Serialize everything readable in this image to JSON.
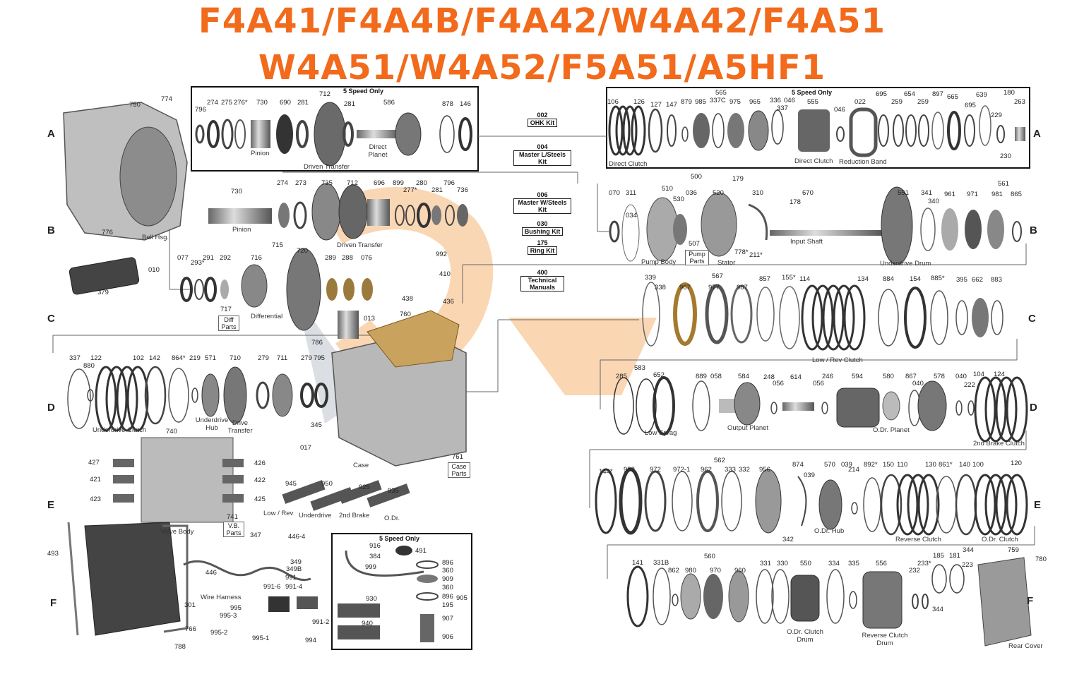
{
  "title_lines": [
    "F4A41/F4A4B/F4A42/W4A42/F4A51",
    "W4A51/W4A52/F5A51/A5HF1"
  ],
  "row_letters": [
    "A",
    "B",
    "C",
    "D",
    "E",
    "F"
  ],
  "box_labels": {
    "five_speed_only": "5 Speed Only"
  },
  "kits": [
    {
      "code": "002",
      "name": "OHK Kit"
    },
    {
      "code": "004",
      "name": "Master L/Steels Kit"
    },
    {
      "code": "006",
      "name": "Master W/Steels Kit"
    },
    {
      "code": "030",
      "name": "Bushing Kit"
    },
    {
      "code": "175",
      "name": "Ring Kit"
    },
    {
      "code": "400",
      "name": "Technical Manuals"
    }
  ],
  "part_names": {
    "bell_hsg": "Bell Hsg.",
    "pinion_top": "Pinion",
    "driven_transfer_top": "Driven Transfer",
    "direct_planet": "Direct Planet",
    "direct_clutch": "Direct Clutch",
    "direct_clutch_2": "Direct Clutch",
    "reduction_band": "Reduction Band",
    "pinion": "Pinion",
    "driven_transfer": "Driven Transfer",
    "pump_body": "Pump Body",
    "pump_parts": "Pump Parts",
    "stator": "Stator",
    "input_shaft": "Input Shaft",
    "underdrive_drum": "Underdrive Drum",
    "diff_parts": "Diff Parts",
    "differential": "Differential",
    "low_rev_clutch": "Low / Rev Clutch",
    "underdrive_clutch": "Underdrive Clutch",
    "underdrive_hub": "Underdrive Hub",
    "drive_transfer": "Drive Transfer",
    "case": "Case",
    "case_parts": "Case Parts",
    "low_sprag": "Low Sprag",
    "output_planet": "Output Planet",
    "od_planet": "O.Dr. Planet",
    "second_brake_clutch": "2nd Brake Clutch",
    "valve_body": "Valve Body",
    "vb_parts": "V.B. Parts",
    "low_rev": "Low / Rev",
    "underdrive": "Underdrive",
    "second_brake": "2nd Brake",
    "odr": "O.Dr.",
    "od_hub": "O.Dr. Hub",
    "reverse_clutch": "Reverse Clutch",
    "od_clutch": "O.Dr. Clutch",
    "wire_harness": "Wire Harness",
    "od_clutch_drum": "O.Dr. Clutch Drum",
    "reverse_clutch_drum": "Reverse Clutch Drum",
    "rear_cover": "Rear Cover"
  },
  "part_numbers": [
    "750",
    "774",
    "796",
    "274",
    "275",
    "276*",
    "730",
    "690",
    "281",
    "712",
    "281",
    "586",
    "878",
    "146",
    "106",
    "126",
    "127",
    "147",
    "879",
    "985",
    "337C",
    "975",
    "965",
    "565",
    "336",
    "337",
    "046",
    "555",
    "046",
    "022",
    "695",
    "259",
    "654",
    "259",
    "897",
    "665",
    "639",
    "695",
    "180",
    "263",
    "229",
    "230",
    "776",
    "730",
    "274",
    "273",
    "735",
    "712",
    "696",
    "899",
    "277*",
    "280",
    "281",
    "796",
    "736",
    "070",
    "311",
    "034",
    "510",
    "530",
    "500",
    "036",
    "507",
    "520",
    "179",
    "310",
    "778*",
    "211*",
    "670",
    "178",
    "551",
    "341",
    "340",
    "961",
    "971",
    "981",
    "865",
    "561",
    "010",
    "379",
    "077",
    "293*",
    "291",
    "292",
    "715",
    "716",
    "720",
    "289",
    "288",
    "076",
    "717",
    "992",
    "410",
    "438",
    "436",
    "339",
    "338",
    "967",
    "977",
    "987",
    "567",
    "857",
    "155*",
    "114",
    "134",
    "884",
    "154",
    "885*",
    "395",
    "662",
    "883",
    "013",
    "760",
    "786",
    "337",
    "880",
    "122",
    "102",
    "142",
    "864*",
    "219",
    "571",
    "710",
    "279",
    "711",
    "279",
    "795",
    "583",
    "285",
    "652",
    "889",
    "058",
    "584",
    "248",
    "056",
    "614",
    "056",
    "246",
    "594",
    "580",
    "867",
    "040",
    "578",
    "040",
    "222",
    "104",
    "124",
    "345",
    "017",
    "761",
    "740",
    "427",
    "426",
    "421",
    "422",
    "423",
    "425",
    "945",
    "950",
    "925",
    "935",
    "741",
    "144*",
    "982",
    "972",
    "972-1",
    "962",
    "333",
    "332",
    "956",
    "562",
    "874",
    "039",
    "570",
    "039",
    "214",
    "892*",
    "150",
    "110",
    "130",
    "861*",
    "140",
    "100",
    "120",
    "342",
    "493",
    "347",
    "446-4",
    "446",
    "349",
    "349B",
    "991",
    "991-6",
    "991-4",
    "995",
    "995-3",
    "995-2",
    "995-1",
    "991-2",
    "994",
    "301",
    "766",
    "788",
    "916",
    "384",
    "491",
    "999",
    "896",
    "360",
    "909",
    "360",
    "896",
    "195",
    "907",
    "906",
    "905",
    "930",
    "940",
    "141",
    "331B",
    "862",
    "980",
    "970",
    "960",
    "560",
    "331",
    "330",
    "550",
    "334",
    "335",
    "556",
    "232",
    "233*",
    "185",
    "181",
    "223",
    "344",
    "759",
    "780",
    "344"
  ]
}
